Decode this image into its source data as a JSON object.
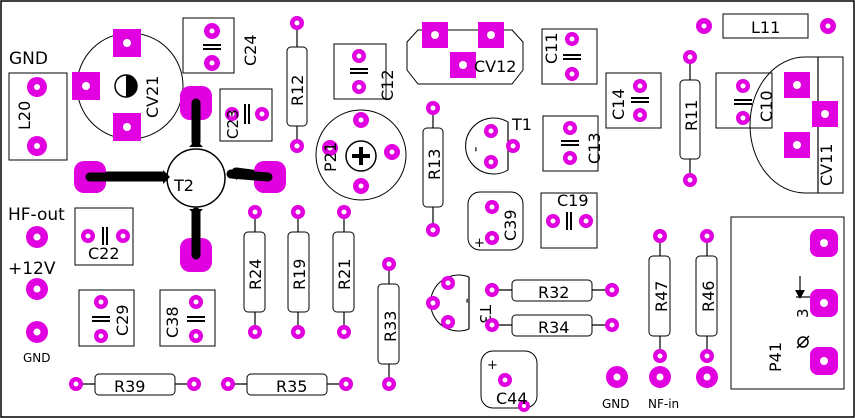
{
  "labels": {
    "gnd_top": "GND",
    "l20": "L20",
    "cv21": "CV21",
    "c24": "C24",
    "r12": "R12",
    "c23": "C23",
    "t2": "T2",
    "c12": "C12",
    "p21": "P21",
    "r13": "R13",
    "cv12": "CV12",
    "c11": "C11",
    "t1": "T1",
    "c13": "C13",
    "c39": "C39",
    "c19": "C19",
    "c14": "C14",
    "r11": "R11",
    "c10": "C10",
    "l11": "L11",
    "cv11": "CV11",
    "hf_out": "HF-out",
    "c22": "C22",
    "plus12v": "+12V",
    "gnd_left": "GND",
    "c29": "C29",
    "c38": "C38",
    "r24": "R24",
    "r19": "R19",
    "r21": "R21",
    "r33": "R33",
    "t3": "T3",
    "r32": "R32",
    "r34": "R34",
    "r47": "R47",
    "r46": "R46",
    "p41": "P41",
    "p41_pin": "3",
    "r39": "R39",
    "r35": "R35",
    "c44": "C44",
    "gnd_bottom": "GND",
    "nf_in": "NF-in",
    "plus_c39": "+",
    "plus_c44": "+",
    "minus_t1": "-",
    "minus_t3": "-"
  }
}
